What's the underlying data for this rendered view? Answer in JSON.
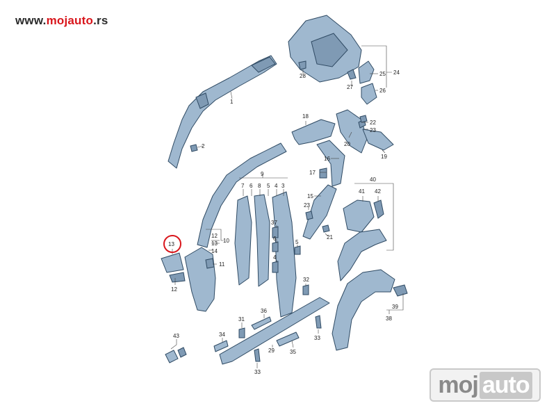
{
  "header": {
    "url_prefix": "www.",
    "url_brand": "mojauto",
    "url_suffix": ".rs"
  },
  "logo": {
    "part1": "moj",
    "part2": "auto"
  },
  "accent_color": "#d9161c",
  "highlighted_part": "13",
  "labels": {
    "l1": "1",
    "l2": "2",
    "l3": "3",
    "l4": "4",
    "l5": "5",
    "l6": "6",
    "l7": "7",
    "l8": "8",
    "l9": "9",
    "l10": "10",
    "l11": "11",
    "l12a": "12",
    "l12b": "12",
    "l13a": "13",
    "l13b": "13",
    "l14": "14",
    "l15": "15",
    "l16": "16",
    "l17": "17",
    "l18": "18",
    "l19": "19",
    "l20": "20",
    "l21": "21",
    "l22": "22",
    "l23": "23",
    "l24": "24",
    "l25": "25",
    "l26": "26",
    "l27": "27",
    "l28": "28",
    "l29": "29",
    "l31": "31",
    "l32": "32",
    "l33a": "33",
    "l33b": "33",
    "l34": "34",
    "l35": "35",
    "l36": "36",
    "l37": "37",
    "l38": "38",
    "l39": "39",
    "l40": "40",
    "l41": "41",
    "l42": "42",
    "l43": "43"
  }
}
